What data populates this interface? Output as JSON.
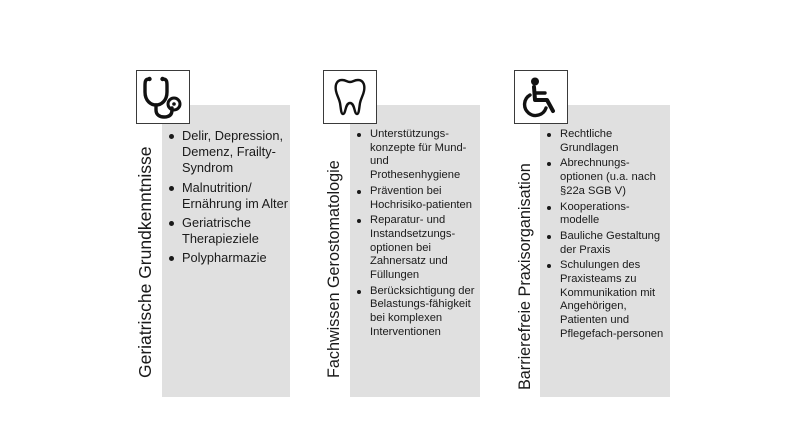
{
  "colors": {
    "box_fill": "#e0e0e0",
    "icon_border": "#3a3a3a",
    "text": "#1a1a1a"
  },
  "columns": [
    {
      "title": "Geriatrische Grundkenntnisse",
      "icon": "stethoscope-icon",
      "items": [
        "Delir, Depression, Demenz, Frailty-Syndrom",
        "Malnutrition/ Ernährung im Alter",
        "Geriatrische Therapieziele",
        "Polypharmazie"
      ]
    },
    {
      "title": "Fachwissen Gerostomatologie",
      "icon": "tooth-icon",
      "items": [
        "Unterstützungs-konzepte für Mund- und Prothesenhygiene",
        "Prävention bei Hochrisiko-patienten",
        "Reparatur- und Instandsetzungs-optionen bei Zahnersatz und Füllungen",
        "Berücksichtigung der Belastungs-fähigkeit bei komplexen Interventionen"
      ]
    },
    {
      "title": "Barrierefreie Praxisorganisation",
      "icon": "wheelchair-icon",
      "items": [
        "Rechtliche Grundlagen",
        "Abrechnungs-optionen (u.a. nach §22a SGB V)",
        "Kooperations-modelle",
        "Bauliche Gestaltung der Praxis",
        "Schulungen des Praxisteams zu Kommunikation mit Angehörigen, Patienten und Pflegefach-personen"
      ]
    }
  ]
}
